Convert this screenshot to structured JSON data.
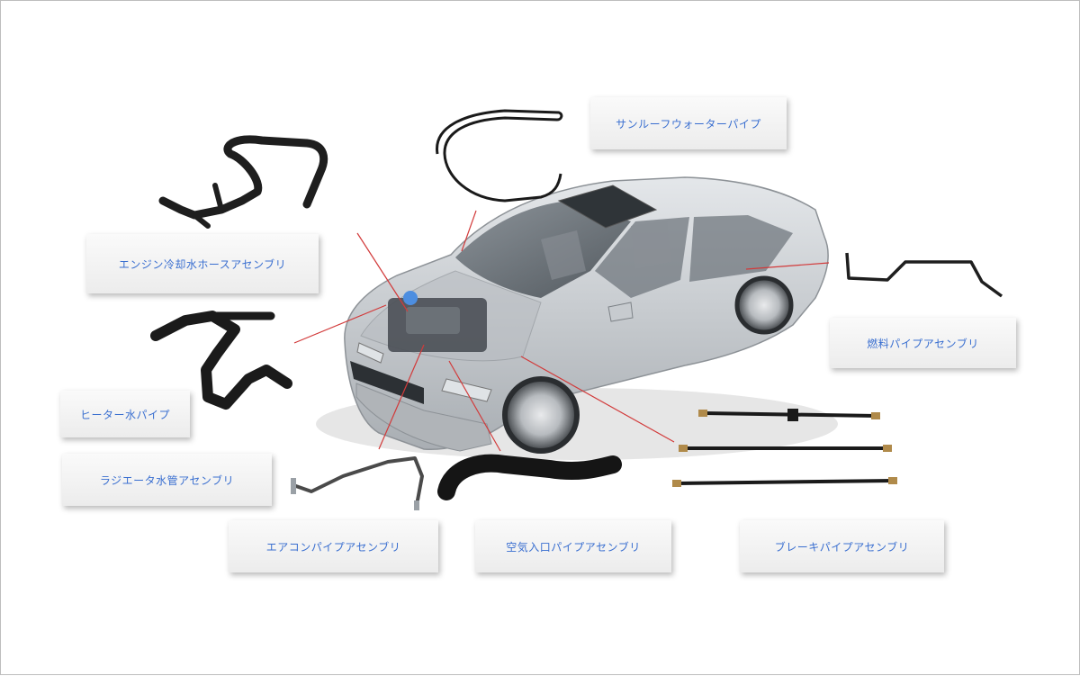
{
  "labels": {
    "sunroof_water_pipe": "サンルーフウォーターパイプ",
    "engine_coolant_hose": "エンジン冷却水ホースアセンブリ",
    "fuel_pipe": "燃料パイプアセンブリ",
    "heater_water_pipe": "ヒーター水パイプ",
    "radiator_water_pipe": "ラジエータ水管アセンブリ",
    "ac_pipe": "エアコンパイプアセンブリ",
    "air_intake_pipe": "空気入口パイプアセンブリ",
    "brake_pipe": "ブレーキパイプアセンブリ"
  },
  "colors": {
    "label_text": "#3a6fd0",
    "leader_line": "#d23a3a",
    "car_body": "#c8ccd0",
    "hose": "#1a1a1a"
  }
}
